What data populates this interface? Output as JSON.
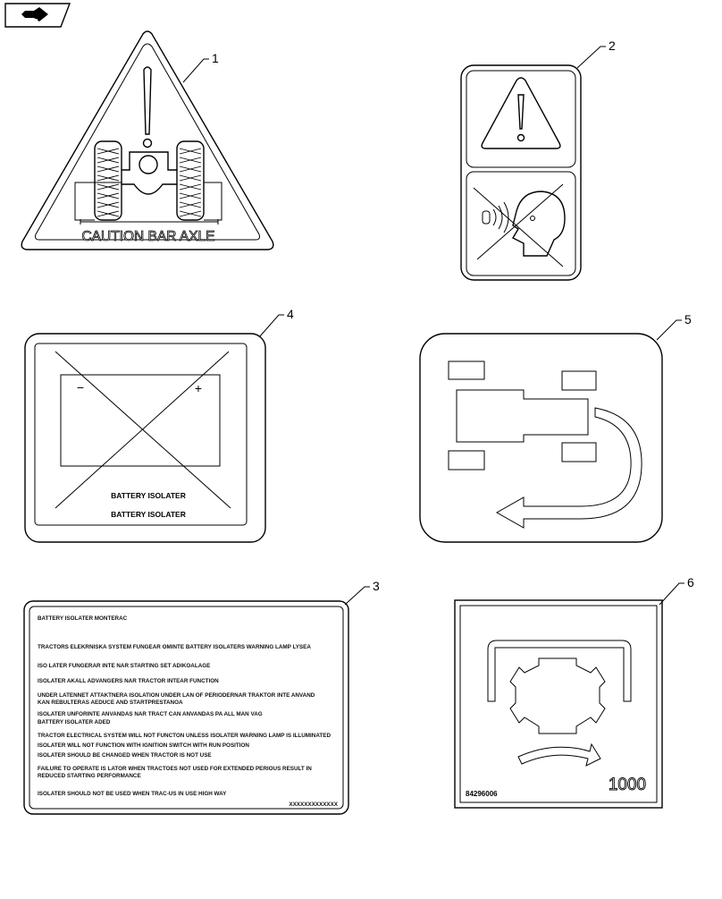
{
  "callouts": {
    "c1": "1",
    "c2": "2",
    "c3": "3",
    "c4": "4",
    "c5": "5",
    "c6": "6"
  },
  "decal1": {
    "text": "CAUTION BAR AXLE"
  },
  "decal4": {
    "line1": "BATTERY ISOLATER",
    "line2": "BATTERY ISOLATER",
    "minus": "−",
    "plus": "+"
  },
  "decal3": {
    "lines": [
      "BATTERY ISOLATER MONTERAC",
      "TRACTORS ELEKRNISKA SYSTEM FUNGEAR   OMINTE BATTERY ISOLATERS WARNING LAMP LYSEA",
      "ISO LATER FUNGERAR INTE NAR STARTING SET ADIKOALAGE",
      "ISOLATER AKALL ADVANGERS NAR TRACTOR INTEAR FUNCTION",
      "UNDER LATENNET ATTAKTNERA ISOLATION UNDER  LAN OF PERIODERNAR TRAKTOR INTE ANVAND",
      "KAN REBULTERAS AEDUCE AND STARTPRESTANOA",
      "ISOLATER UNFORINTE ANVANDAS NAR TRACT CAN ANVANDAS PA ALL MAN VAG",
      "BATTERY ISOLATER ADED",
      "TRACTOR ELECTRICAL SYSTEM WILL NOT FUNCTON UNLESS  ISOLATER WARNING LAMP IS ILLUMINATED",
      "ISOLATER  WILL NOT FUNCTION WITH IGNITION SWITCH WITH RUN POSITION",
      "ISOLATER SHOULD  BE  CHANGED  WHEN TRACTOR IS NOT USE",
      "FAILURE TO OPERATE IS LATOR WHEN TRACTOES NOT USED FOR EXTENDED PERIOUS RESULT IN",
      "REDUCED STARTING PERFORMANCE",
      "ISOLATER SHOULD NOT BE USED WHEN TRAC-US IN USE HIGH WAY"
    ],
    "code": "XXXXXXXXXXXXX"
  },
  "decal6": {
    "part_number": "84296006",
    "rpm": "1000"
  },
  "icons": {
    "nav": "next-page-icon",
    "warning": "exclamation-warning-icon",
    "noise": "no-noise-icon",
    "battery": "battery-icon",
    "turn": "u-turn-arrow-icon",
    "pto": "pto-rotation-icon"
  }
}
